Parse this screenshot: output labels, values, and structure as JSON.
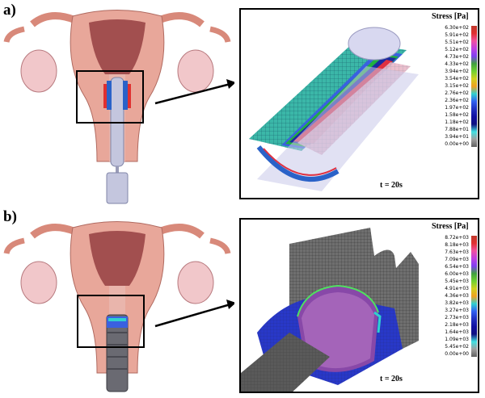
{
  "panels": [
    {
      "label": "a)",
      "legend": {
        "title": "Stress [Pa]",
        "ticks": [
          "6.30e+02",
          "5.91e+02",
          "5.51e+02",
          "5.12e+02",
          "4.73e+02",
          "4.33e+02",
          "3.94e+02",
          "3.54e+02",
          "3.15e+02",
          "2.76e+02",
          "2.36e+02",
          "1.97e+02",
          "1.58e+02",
          "1.18e+02",
          "7.88e+01",
          "3.94e+01",
          "0.00e+00"
        ]
      },
      "time_label": "t = 20s"
    },
    {
      "label": "b)",
      "legend": {
        "title": "Stress [Pa]",
        "ticks": [
          "8.72e+03",
          "8.18e+03",
          "7.63e+03",
          "7.09e+03",
          "6.54e+03",
          "6.00e+03",
          "5.45e+03",
          "4.91e+03",
          "4.36e+03",
          "3.82e+03",
          "3.27e+03",
          "2.73e+03",
          "2.18e+03",
          "1.64e+03",
          "1.09e+03",
          "5.45e+02",
          "0.00e+00"
        ]
      },
      "time_label": "t = 20s"
    }
  ],
  "colors": {
    "uterus_outer": "#e8a79a",
    "uterus_inner": "#9b4a4a",
    "ovary": "#f0c8cc",
    "device": "#b8bad6",
    "device_dark": "#6a6a72"
  },
  "legend_colors": [
    "#c0392b",
    "#e03030",
    "#f050a0",
    "#c040e0",
    "#8040f0",
    "#40a040",
    "#70d030",
    "#d0d020",
    "#f0a020",
    "#30d0d0",
    "#3060f0",
    "#2030c0",
    "#1010a0",
    "#101080",
    "#40e0e0",
    "#a0a0a0",
    "#606060"
  ]
}
